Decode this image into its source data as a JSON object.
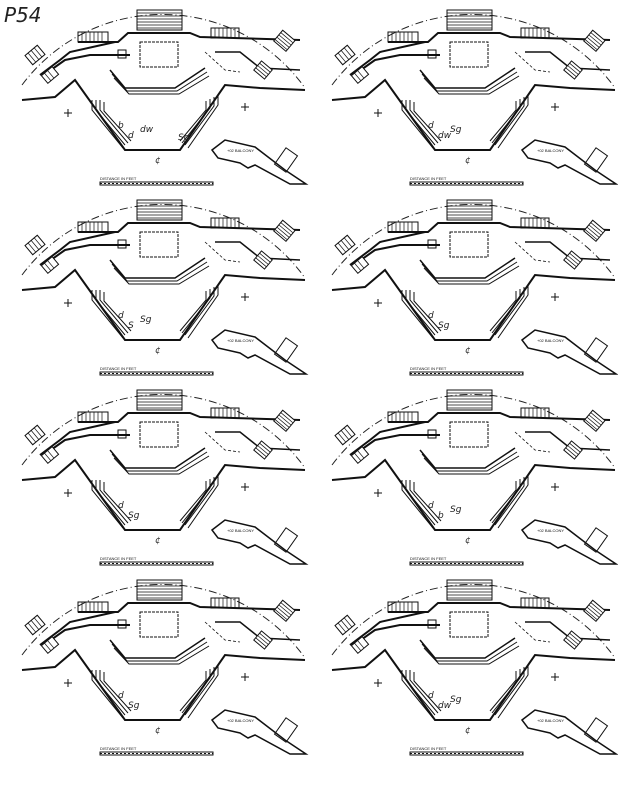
{
  "page": {
    "handwritten_id": "P54",
    "panel_count": 8
  },
  "plan": {
    "balcony_label": "+02 BALCONY",
    "scale_title": "DISTANCE IN FEET",
    "centerline_label": "¢"
  },
  "annotations": [
    [
      "b",
      "d",
      "dw",
      "Sg"
    ],
    [
      "d",
      "dw",
      "Sg"
    ],
    [
      "d",
      "S",
      "Sg"
    ],
    [
      "d",
      "Sg"
    ],
    [
      "d",
      "Sg"
    ],
    [
      "d",
      "b",
      "Sg"
    ],
    [
      "d",
      "Sg"
    ],
    [
      "d",
      "dw",
      "Sg"
    ]
  ]
}
